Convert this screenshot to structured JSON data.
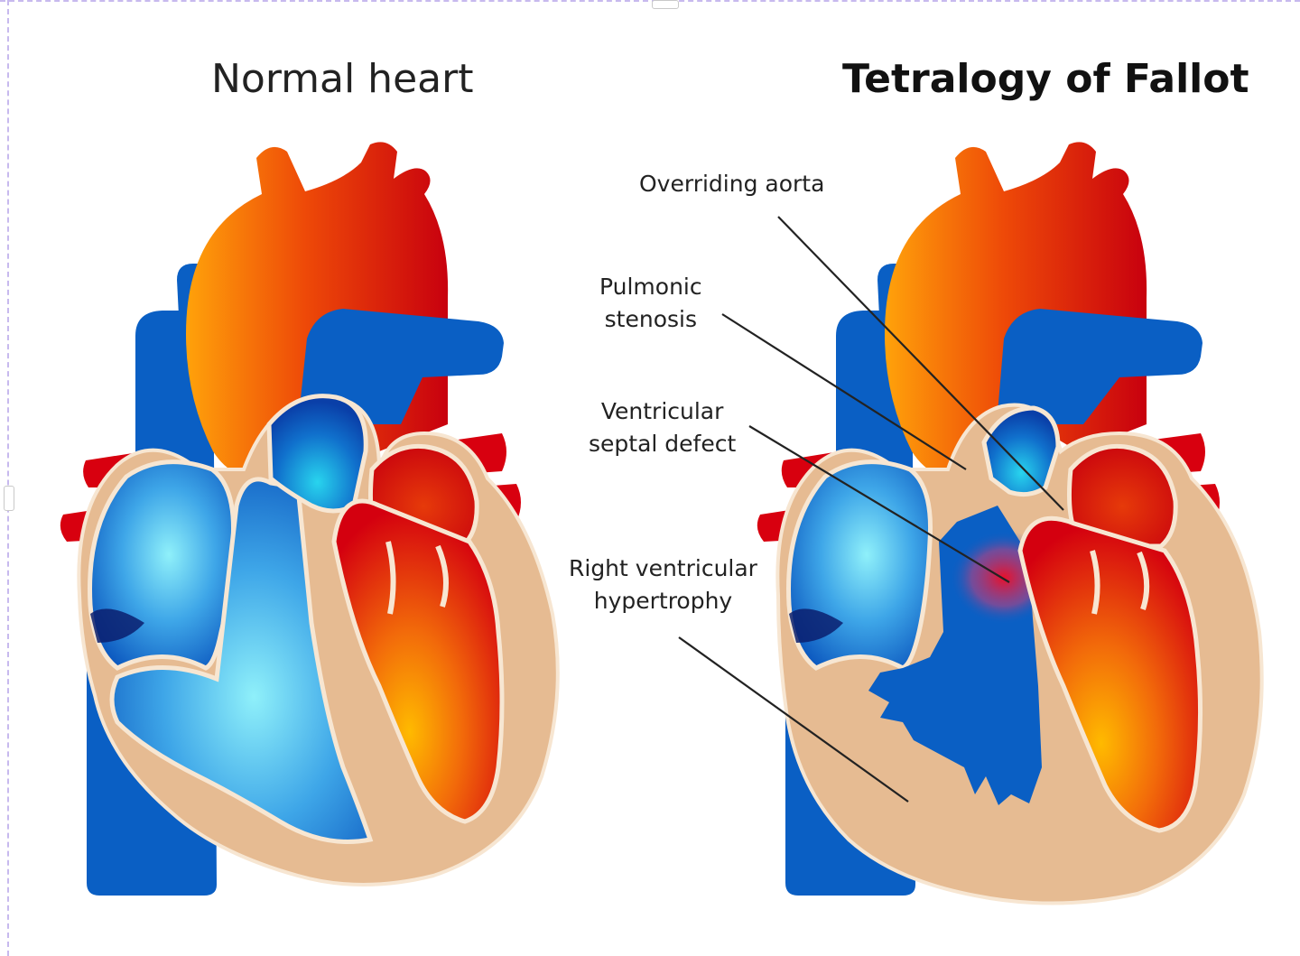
{
  "titles": {
    "normal": "Normal heart",
    "tof": "Tetralogy of Fallot"
  },
  "labels": {
    "overriding_aorta": "Overriding aorta",
    "pulmonic_stenosis": [
      "Pulmonic",
      "stenosis"
    ],
    "vsd": [
      "Ventricular",
      "septal defect"
    ],
    "rvh": [
      "Right ventricular",
      "hypertrophy"
    ]
  },
  "colors": {
    "oxygenated": "#d8000f",
    "oxygenated_light": "#ffb000",
    "deoxygenated": "#0a5fc4",
    "deoxygenated_light": "#8fe8f8",
    "myocardium": "#e9bf98",
    "outline": "#f5e5d3"
  }
}
